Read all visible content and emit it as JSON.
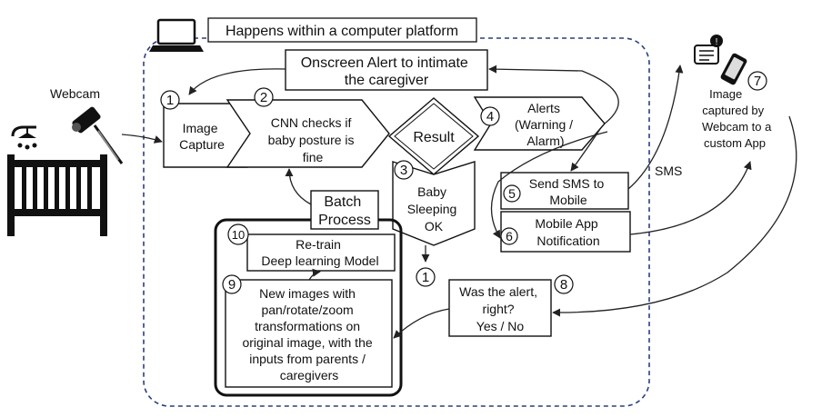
{
  "platform_label": "Happens within a computer platform",
  "webcam_label": "Webcam",
  "nodes": {
    "image_capture": {
      "number": "1",
      "lines": [
        "Image",
        "Capture"
      ]
    },
    "cnn_check": {
      "number": "2",
      "lines": [
        "CNN checks if",
        "baby posture is",
        "fine"
      ]
    },
    "result": {
      "lines": [
        "Result"
      ]
    },
    "baby_ok": {
      "number": "3",
      "lines": [
        "Baby",
        "Sleeping",
        "OK"
      ]
    },
    "alerts": {
      "number": "4",
      "lines": [
        "Alerts",
        "(Warning /",
        "Alarm)"
      ]
    },
    "onscreen_alert": {
      "lines": [
        "Onscreen Alert to intimate",
        "the caregiver"
      ]
    },
    "send_sms": {
      "number": "5",
      "lines": [
        "Send SMS to",
        "Mobile"
      ]
    },
    "mobile_app": {
      "number": "6",
      "lines": [
        "Mobile App",
        "Notification"
      ]
    },
    "phone_caption": {
      "number": "7",
      "lines": [
        "Image",
        "captured by",
        "Webcam to a",
        "custom App"
      ]
    },
    "alert_right": {
      "number": "8",
      "lines": [
        "Was the alert,",
        "right?",
        "Yes / No"
      ]
    },
    "new_images": {
      "number": "9",
      "lines": [
        "New images with",
        "pan/rotate/zoom",
        "transformations on",
        "original  image, with the",
        "inputs from parents /",
        "caregivers"
      ]
    },
    "retrain": {
      "number": "10",
      "lines": [
        "Re-train",
        "Deep learning Model"
      ]
    },
    "batch_process": {
      "lines": [
        "Batch",
        "Process"
      ]
    },
    "loop_back": {
      "number": "1"
    }
  },
  "sms_label": "SMS",
  "icons": {
    "laptop": "laptop-icon",
    "webcam": "webcam-icon",
    "crib": "baby-crib-icon",
    "phone": "smartphone-icon",
    "message": "message-alert-icon"
  },
  "colors": {
    "stroke": "#111111",
    "dashed_border": "#2b3f7a"
  }
}
